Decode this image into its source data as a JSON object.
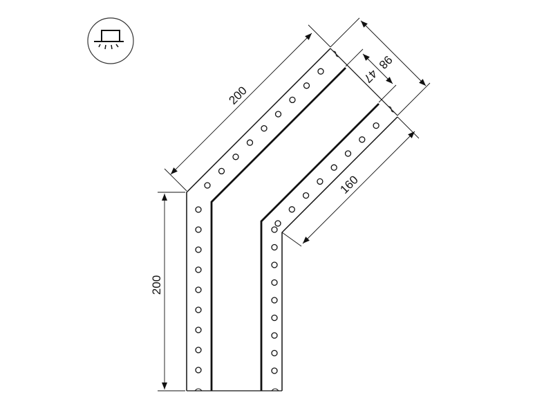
{
  "icon": {
    "name": "surface-mount-light-icon"
  },
  "dimensions": {
    "vertical_length": "200",
    "angled_length": "200",
    "inner_angled_length": "160",
    "outer_width": "98",
    "inner_width": "47"
  },
  "colors": {
    "line": "#111111",
    "background": "#ffffff"
  }
}
